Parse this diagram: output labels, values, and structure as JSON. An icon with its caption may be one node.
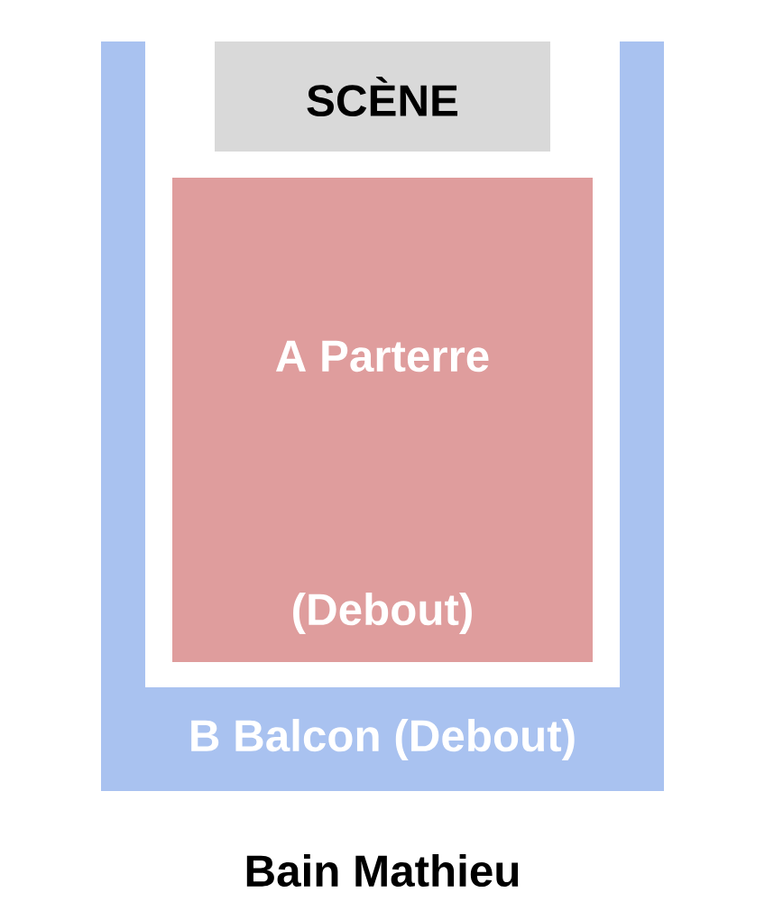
{
  "diagram": {
    "caption": "Bain Mathieu",
    "nodes": [
      {
        "text": [
          "SCÈNE"
        ]
      },
      {
        "text": [
          "A Parterre",
          "(Debout)"
        ]
      },
      {
        "text": [
          "B Balcon (Debout)"
        ]
      }
    ]
  }
}
